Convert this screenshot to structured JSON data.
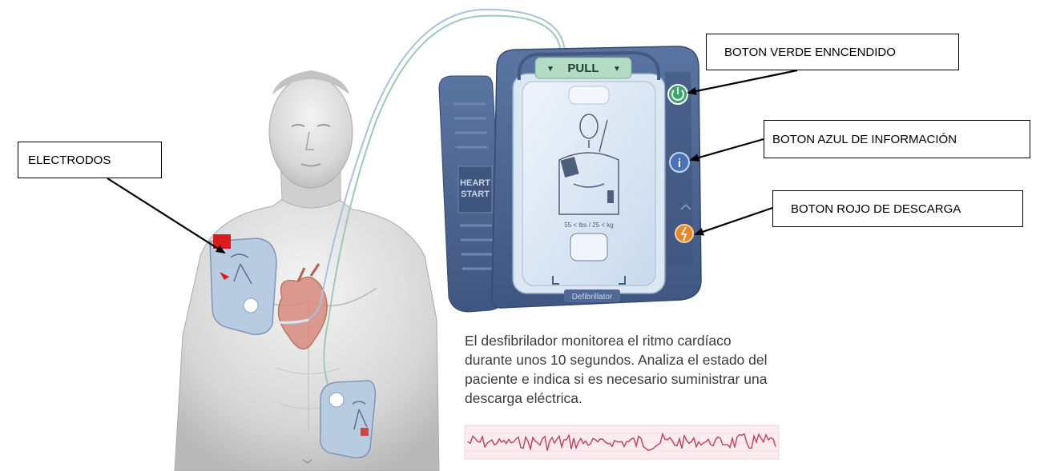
{
  "labels": {
    "electrodes": "ELECTRODOS",
    "green_button": "BOTON VERDE ENNCENDIDO",
    "blue_button": "BOTON AZUL DE INFORMACIÓN",
    "red_button": "BOTON ROJO DE DESCARGA"
  },
  "device": {
    "pull_tab": "PULL",
    "brand_line1": "HEART",
    "brand_line2": "START",
    "model": "Defibrillator",
    "pad_caption": "55 < lbs / 25 < kg"
  },
  "description": {
    "line1": "El desfibrilador monitorea el ritmo cardíaco",
    "line2": "durante unos 10 segundos. Analiza el estado del",
    "line3": "paciente e indica si es necesario suministrar una",
    "line4": "descarga eléctrica."
  },
  "colors": {
    "device_blue": "#4f6894",
    "pad_blue": "#b9cbe0",
    "pull_green": "#b4dcc4",
    "power_green": "#3aa66a",
    "info_blue": "#4873b6",
    "shock_orange": "#e8862a",
    "skin": "#d9d9d9",
    "ecg_red": "#c0405a"
  }
}
